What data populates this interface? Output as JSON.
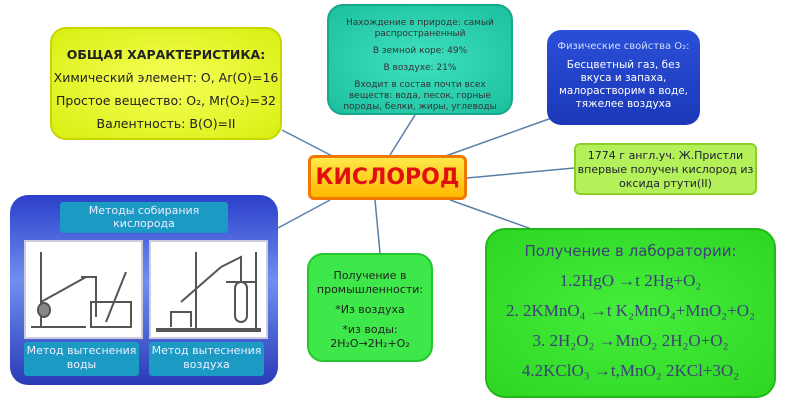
{
  "center": {
    "title": "КИСЛОРОД"
  },
  "general": {
    "title": "ОБЩАЯ ХАРАКТЕРИСТИКА:",
    "lines": [
      "Химический элемент: O, Ar(O)=16",
      "Простое вещество: O₂, Mr(O₂)=32",
      "Валентность: B(O)=II"
    ]
  },
  "nature": {
    "lines": [
      "Нахождение в природе: самый распространенный",
      "В земной коре: 49%",
      "В воздухе: 21%",
      "Входит в состав почти всех веществ: вода, песок, горные породы, белки, жиры, углеводы"
    ]
  },
  "physical": {
    "title": "Физические свойства O₂:",
    "text": "Бесцветный газ, без вкуса и запаха, малорастворим в воде, тяжелее воздуха"
  },
  "priestley": {
    "text": "1774 г англ.уч. Ж.Пристли впервые получен кислород из оксида ртути(II)"
  },
  "methods": {
    "title": "Методы собирания кислорода",
    "items": [
      "Метод вытеснения воды",
      "Метод вытеснения воздуха"
    ]
  },
  "industry": {
    "lines": [
      "Получение в промышленности:",
      "*Из воздуха",
      "*из воды:",
      "2H₂O→2H₂+O₂"
    ]
  },
  "lab": {
    "title": "Получение в лаборатории:",
    "formulas": [
      "1.2HgO →t 2Hg+O₂",
      "2. 2KMnO₄ →t K₂MnO₄+MnO₂+O₂",
      "3. 2H₂O₂ →MnO₂ 2H₂O+O₂",
      "4.2KClO₃ →t,MnO₂ 2KCl+3O₂"
    ]
  }
}
